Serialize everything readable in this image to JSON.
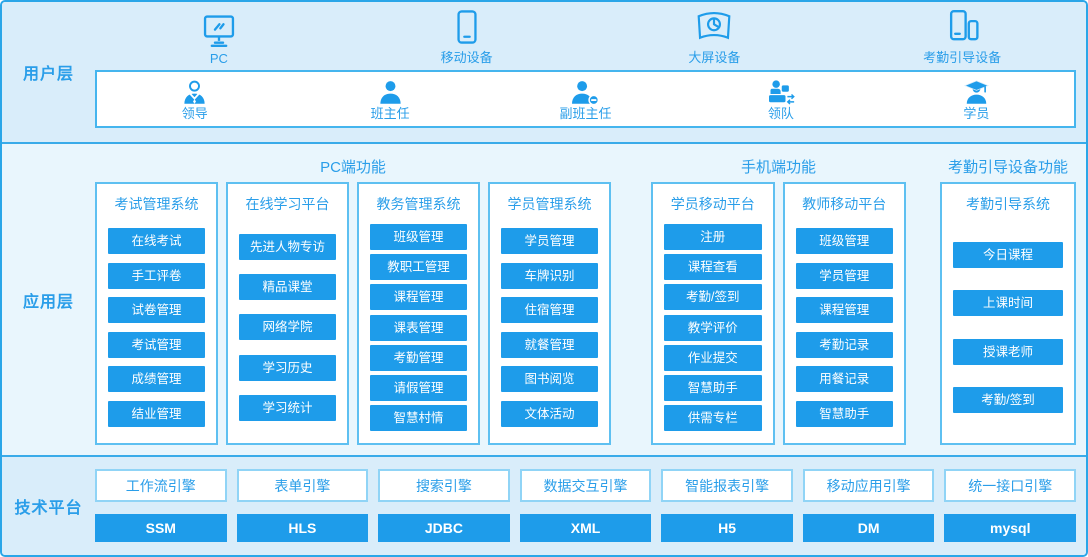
{
  "user_layer": {
    "label": "用户层",
    "devices": [
      {
        "id": "pc",
        "icon": "pc-icon",
        "label": "PC"
      },
      {
        "id": "mobile",
        "icon": "mobile-device-icon",
        "label": "移动设备"
      },
      {
        "id": "big-screen",
        "icon": "large-screen-icon",
        "label": "大屏设备"
      },
      {
        "id": "attendance-device",
        "icon": "attendance-device-icon",
        "label": "考勤引导设备"
      }
    ],
    "users": [
      {
        "id": "leader",
        "icon": "leader-icon",
        "label": "领导"
      },
      {
        "id": "head-teacher",
        "icon": "head-teacher-icon",
        "label": "班主任"
      },
      {
        "id": "vice-head-teacher",
        "icon": "vice-head-teacher-icon",
        "label": "副班主任"
      },
      {
        "id": "team-leader",
        "icon": "team-leader-icon",
        "label": "领队"
      },
      {
        "id": "student",
        "icon": "student-icon",
        "label": "学员"
      }
    ]
  },
  "app_layer": {
    "label": "应用层",
    "groups": [
      {
        "title": "PC端功能",
        "panels": [
          {
            "title": "考试管理系统",
            "items": [
              "在线考试",
              "手工评卷",
              "试卷管理",
              "考试管理",
              "成绩管理",
              "结业管理"
            ]
          },
          {
            "title": "在线学习平台",
            "items": [
              "先进人物专访",
              "精品课堂",
              "网络学院",
              "学习历史",
              "学习统计"
            ]
          },
          {
            "title": "教务管理系统",
            "items": [
              "班级管理",
              "教职工管理",
              "课程管理",
              "课表管理",
              "考勤管理",
              "请假管理",
              "智慧村情"
            ]
          },
          {
            "title": "学员管理系统",
            "items": [
              "学员管理",
              "车牌识别",
              "住宿管理",
              "就餐管理",
              "图书阅览",
              "文体活动"
            ]
          }
        ]
      },
      {
        "title": "手机端功能",
        "panels": [
          {
            "title": "学员移动平台",
            "items": [
              "注册",
              "课程查看",
              "考勤/签到",
              "教学评价",
              "作业提交",
              "智慧助手",
              "供需专栏"
            ]
          },
          {
            "title": "教师移动平台",
            "items": [
              "班级管理",
              "学员管理",
              "课程管理",
              "考勤记录",
              "用餐记录",
              "智慧助手"
            ]
          }
        ]
      },
      {
        "title": "考勤引导设备功能",
        "panels": [
          {
            "title": "考勤引导系统",
            "items": [
              "今日课程",
              "上课时间",
              "授课老师",
              "考勤/签到"
            ]
          }
        ]
      }
    ]
  },
  "tech_layer": {
    "label": "技术平台",
    "columns": [
      {
        "engine": "工作流引擎",
        "tech": "SSM"
      },
      {
        "engine": "表单引擎",
        "tech": "HLS"
      },
      {
        "engine": "搜索引擎",
        "tech": "JDBC"
      },
      {
        "engine": "数据交互引擎",
        "tech": "XML"
      },
      {
        "engine": "智能报表引擎",
        "tech": "H5"
      },
      {
        "engine": "移动应用引擎",
        "tech": "DM"
      },
      {
        "engine": "统一接口引擎",
        "tech": "mysql"
      }
    ]
  },
  "colors": {
    "accent": "#1e9cea",
    "text_blue": "#2a9ee9",
    "section_bg_dark": "#d9edfa",
    "section_bg_light": "#e9f6fd",
    "outer_border": "#2aa6e8",
    "divider": "#39abe9",
    "panel_border": "#5ec0f1",
    "users_panel_border": "#45b5ee",
    "engine_border": "#90d4f6"
  }
}
